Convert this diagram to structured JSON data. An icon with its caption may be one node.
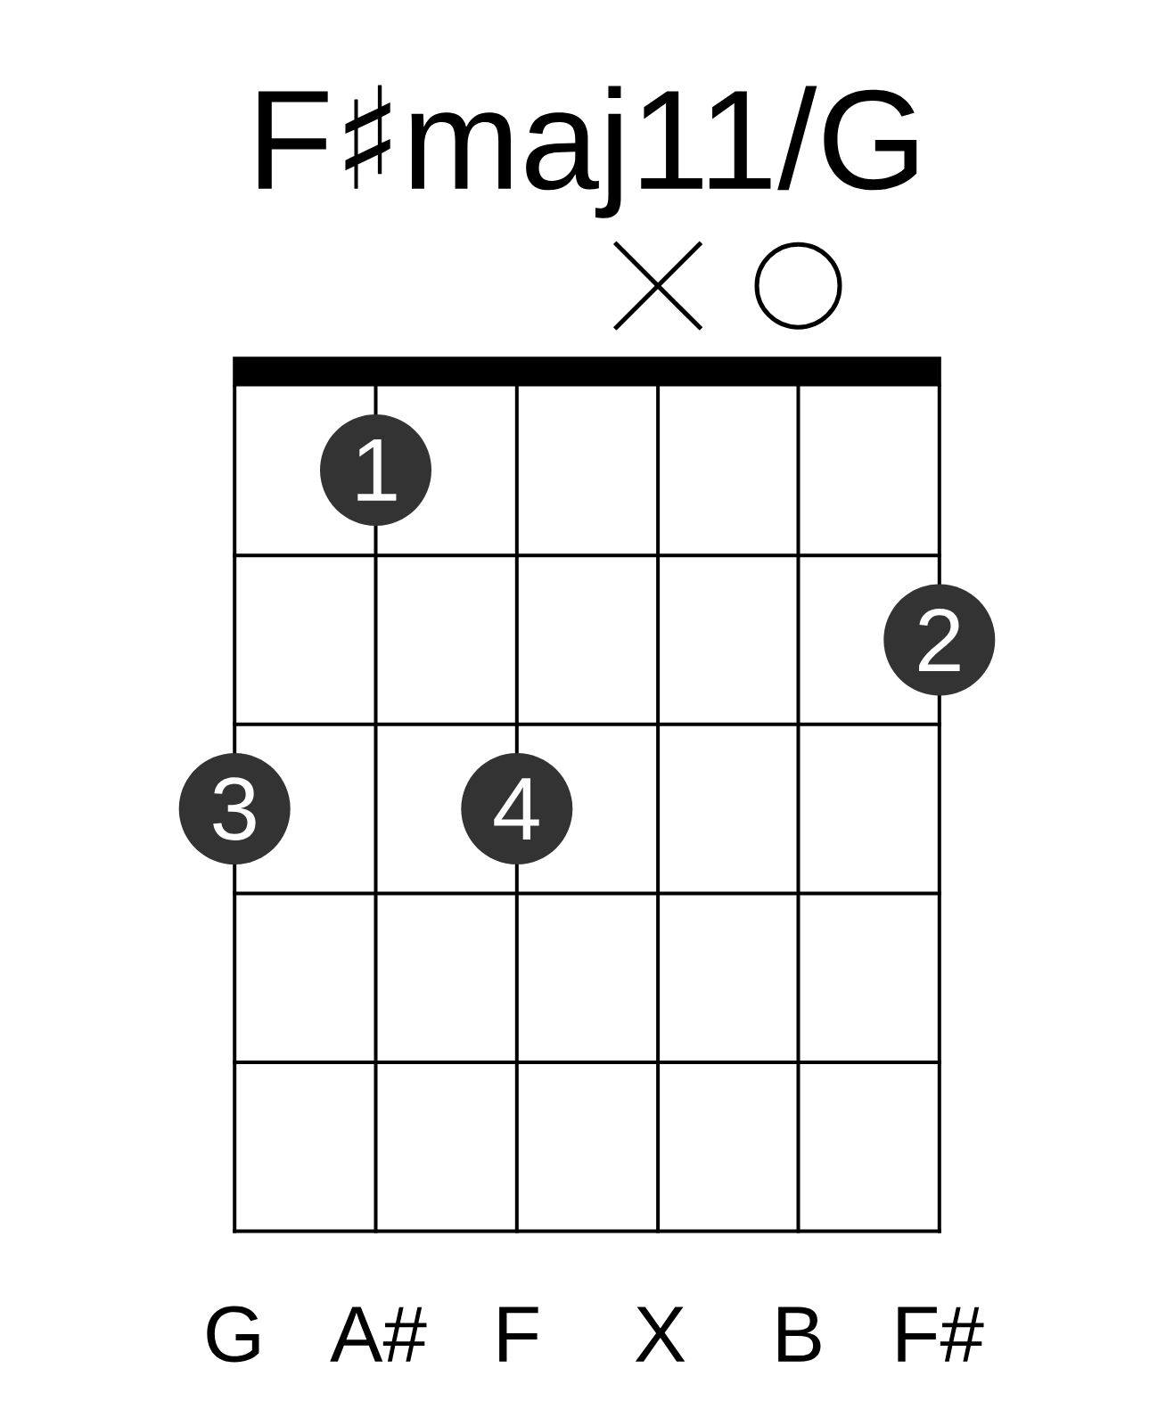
{
  "diagram": {
    "title": "F♯maj11/G",
    "nodes": [
      {
        "text": [],
        "shape": "circle"
      },
      {
        "text": [
          "1"
        ]
      },
      {
        "text": [
          "2"
        ]
      },
      {
        "text": [
          "3"
        ]
      },
      {
        "text": [
          "4"
        ]
      }
    ],
    "labels": [
      "G",
      "A#",
      "F",
      "X",
      "B",
      "F#"
    ]
  }
}
